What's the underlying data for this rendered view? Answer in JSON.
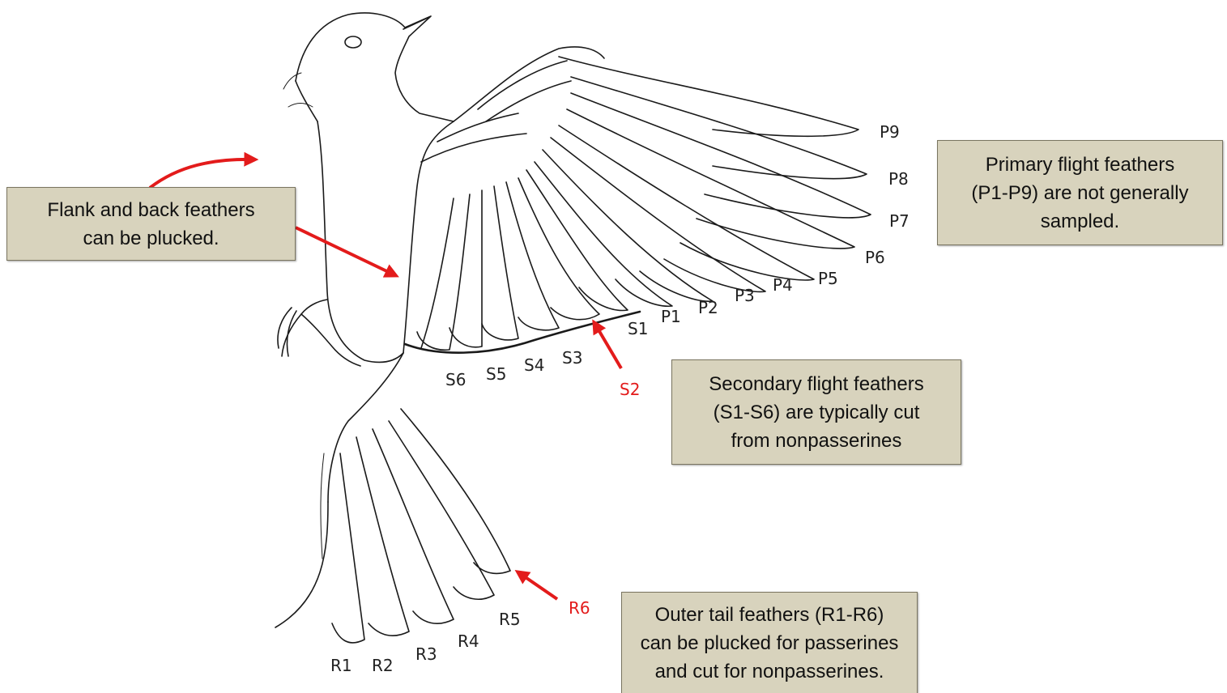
{
  "callouts": {
    "flank": "Flank and back feathers\ncan be plucked.",
    "primary": "Primary flight feathers\n(P1-P9) are not generally\nsampled.",
    "secondary": "Secondary flight feathers\n(S1-S6) are typically cut\nfrom nonpasserines",
    "tail": "Outer tail feathers (R1-R6)\ncan be plucked for passerines\nand cut for nonpasserines."
  },
  "labels": {
    "P9": "P9",
    "P8": "P8",
    "P7": "P7",
    "P6": "P6",
    "P5": "P5",
    "P4": "P4",
    "P3": "P3",
    "P2": "P2",
    "P1": "P1",
    "S1": "S1",
    "S2": "S2",
    "S3": "S3",
    "S4": "S4",
    "S5": "S5",
    "S6": "S6",
    "R1": "R1",
    "R2": "R2",
    "R3": "R3",
    "R4": "R4",
    "R5": "R5",
    "R6": "R6"
  },
  "colors": {
    "arrow": "#e31b1b",
    "callout_fill": "#d8d3bd",
    "line": "#1a1a1a"
  }
}
